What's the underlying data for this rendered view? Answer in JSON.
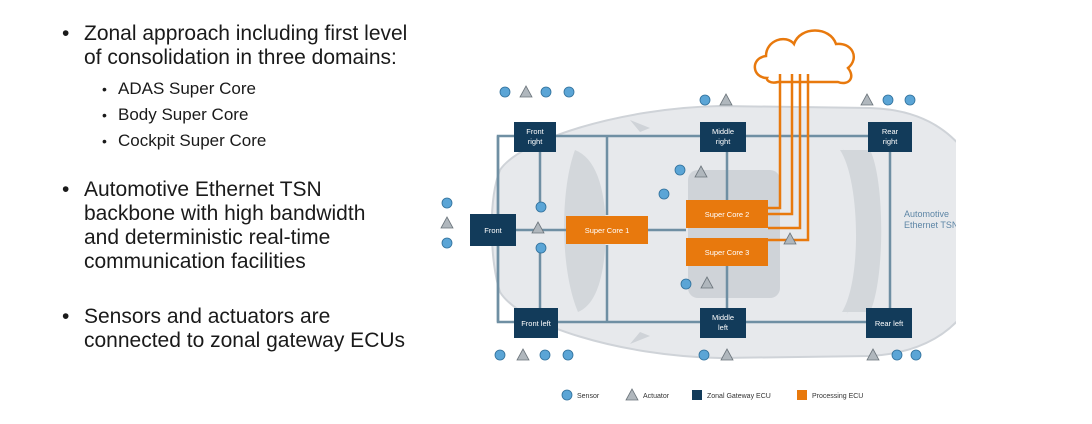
{
  "bullets": [
    {
      "text": "Zonal approach including first level of consolidation in three domains:",
      "lines": [
        "Zonal approach including first level",
        "of consolidation in three domains:"
      ],
      "sub": [
        "ADAS Super Core",
        "Body Super Core",
        "Cockpit Super Core"
      ]
    },
    {
      "text": "Automotive Ethernet TSN backbone with high bandwidth and deterministic real-time communication facilities",
      "lines": [
        "Automotive Ethernet TSN",
        "backbone with high bandwidth",
        "and deterministic real-time",
        "communication facilities"
      ]
    },
    {
      "text": "Sensors and actuators are connected to zonal gateway ECUs",
      "lines": [
        "Sensors and actuators are",
        "connected to zonal gateway ECUs"
      ]
    }
  ],
  "diagram": {
    "zonal_ecus": {
      "front_right": [
        "Front",
        "right"
      ],
      "middle_right": [
        "Middle",
        "right"
      ],
      "rear_right": [
        "Rear",
        "right"
      ],
      "front": [
        "Front"
      ],
      "front_left": [
        "Front left"
      ],
      "middle_left": [
        "Middle",
        "left"
      ],
      "rear_left": [
        "Rear left"
      ]
    },
    "processing_ecus": {
      "super_core_1": "Super Core 1",
      "super_core_2": "Super Core 2",
      "super_core_3": "Super Core 3"
    },
    "backbone_label": [
      "Automotive",
      "Ethernet TSN"
    ],
    "colors": {
      "zonal": "#123b5a",
      "processing": "#e8790d",
      "sensor": "#5ba5d6",
      "actuator": "#b0b7bd",
      "line": "#6f8fa3"
    }
  },
  "legend": {
    "sensor": "Sensor",
    "actuator": "Actuator",
    "zonal": "Zonal Gateway ECU",
    "processing": "Processing ECU"
  }
}
